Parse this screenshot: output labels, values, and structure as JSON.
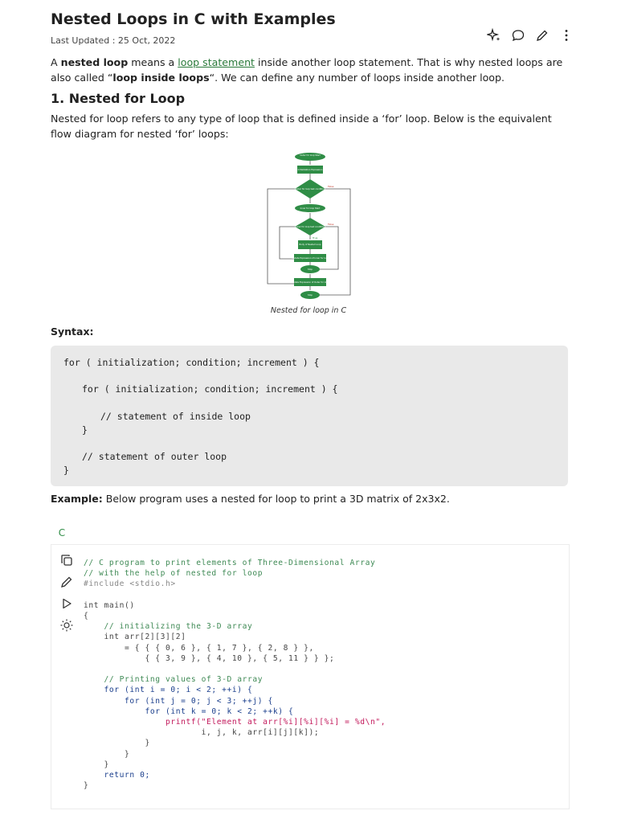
{
  "header": {
    "title": "Nested Loops in C with Examples",
    "last_updated": "Last Updated : 25 Oct, 2022"
  },
  "intro": {
    "p1_a": "A ",
    "p1_b": "nested loop",
    "p1_c": " means a ",
    "p1_link": "loop statement",
    "p1_d": " inside another loop statement. That is why nested loops are also called “",
    "p1_e": "loop inside loops",
    "p1_f": "“. We can define any number of loops inside another loop."
  },
  "section1": {
    "heading": "1. Nested for Loop",
    "desc": "Nested for loop refers to any type of loop that is defined inside a ‘for’ loop. Below is the equivalent flow diagram for nested ‘for’ loops:",
    "caption": "Nested for loop in C",
    "flow_labels": [
      "Outer for loop Start",
      "Initialization Expression",
      "Outer for loop test condition",
      "False",
      "Inner for loop Start",
      "Inner for loop test condition",
      "False",
      "True",
      "Body of Nested Loop",
      "Update Expression of inner for loop",
      "Stop",
      "Update Expression of Outer for loop",
      "Stop"
    ]
  },
  "syntax": {
    "label": "Syntax:",
    "lines": [
      "for ( initialization; condition; increment ) {",
      "for ( initialization; condition; increment ) {",
      "// statement of inside loop",
      "}",
      "// statement of outer loop",
      "}"
    ]
  },
  "example": {
    "label": "Example:",
    "text": " Below program uses a nested for loop to print a 3D matrix of 2x3x2."
  },
  "code_panel": {
    "tab": "C",
    "lines": [
      "// C program to print elements of Three-Dimensional Array",
      "// with the help of nested for loop",
      "#include <stdio.h>",
      "",
      "int main()",
      "{",
      "    // initializing the 3-D array",
      "    int arr[2][3][2]",
      "        = { { { 0, 6 }, { 1, 7 }, { 2, 8 } },",
      "            { { 3, 9 }, { 4, 10 }, { 5, 11 } } };",
      "",
      "    // Printing values of 3-D array",
      "    for (int i = 0; i < 2; ++i) {",
      "        for (int j = 0; j < 3; ++j) {",
      "            for (int k = 0; k < 2; ++k) {",
      "                printf(\"Element at arr[%i][%i][%i] = %d\\n\",",
      "                       i, j, k, arr[i][j][k]);",
      "            }",
      "        }",
      "    }",
      "    return 0;",
      "}"
    ]
  },
  "colors": {
    "accent": "#2f8d46",
    "link": "#2a7a3a",
    "code_bg": "#e9e9e9"
  },
  "icons": [
    "sparkle-icon",
    "comment-icon",
    "edit-icon",
    "more-icon",
    "copy-icon",
    "edit-icon",
    "run-icon",
    "theme-icon"
  ]
}
